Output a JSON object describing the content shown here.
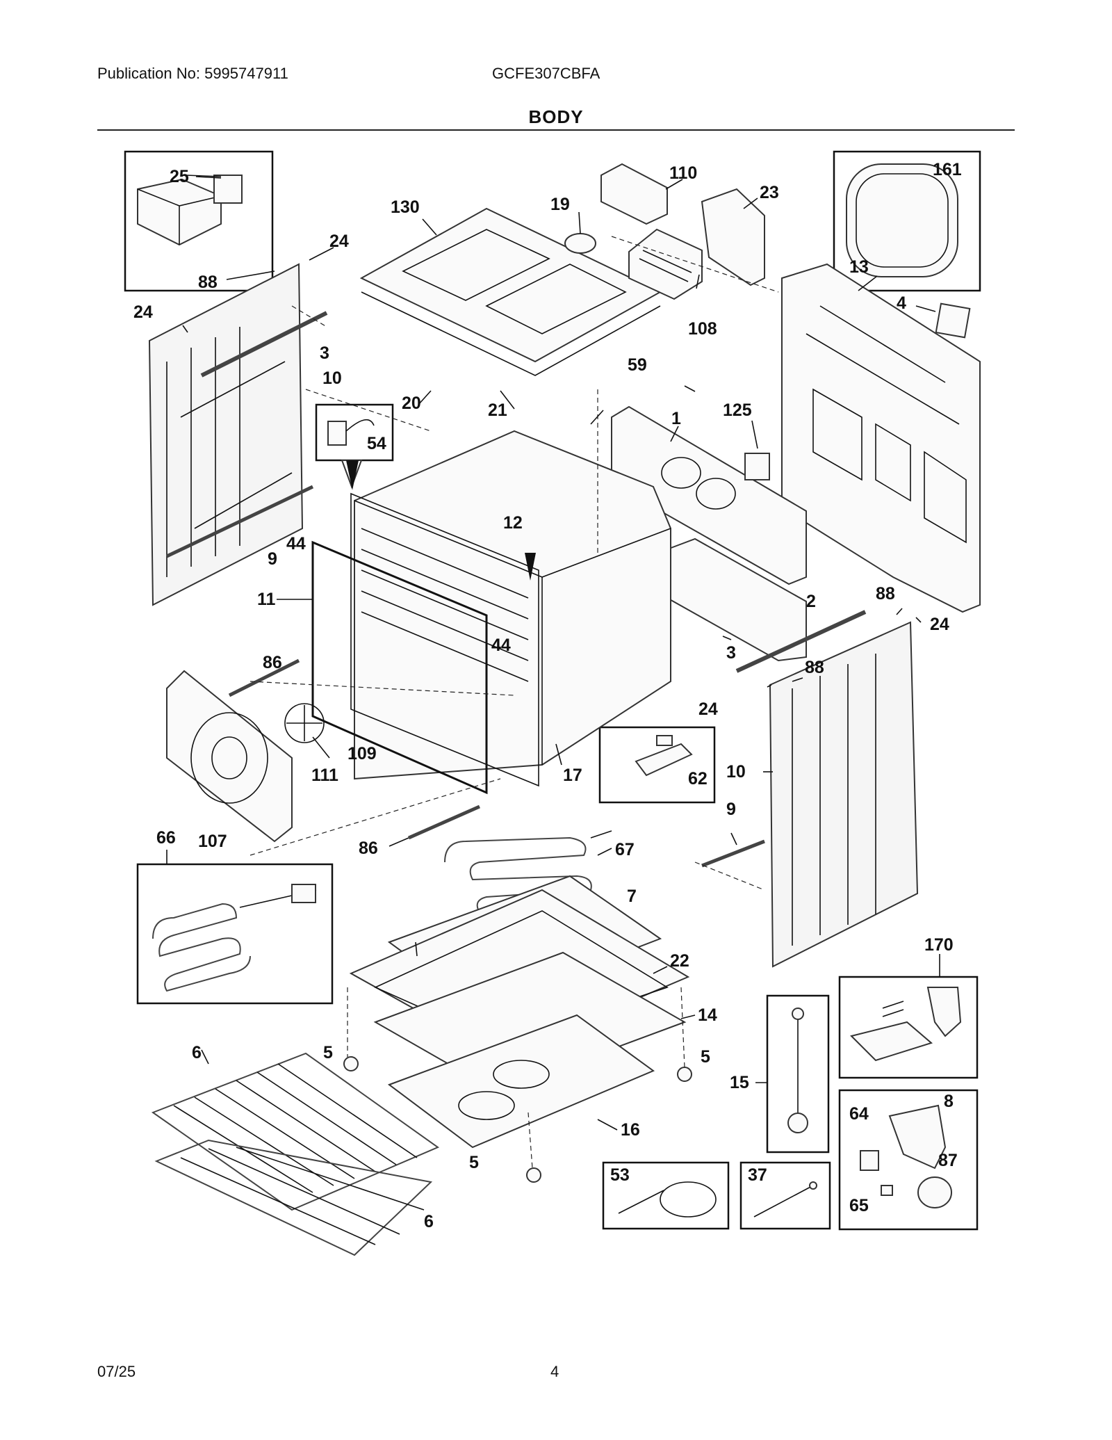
{
  "header": {
    "publication": "Publication No: 5995747911",
    "model": "GCFE307CBFA",
    "title": "BODY"
  },
  "footer": {
    "date": "07/25",
    "page_number": "4"
  },
  "callouts": {
    "p25": "25",
    "p130": "130",
    "p19": "19",
    "p110": "110",
    "p23": "23",
    "p161": "161",
    "p24a": "24",
    "p88a": "88",
    "p24b": "24",
    "p3a": "3",
    "p10a": "10",
    "p108": "108",
    "p13": "13",
    "p4": "4",
    "p20": "20",
    "p21": "21",
    "p59": "59",
    "p54": "54",
    "p1": "1",
    "p125": "125",
    "p12": "12",
    "p44a": "44",
    "p9a": "9",
    "p11": "11",
    "p44b": "44",
    "p2": "2",
    "p88b": "88",
    "p24c": "24",
    "p3b": "3",
    "p88c": "88",
    "p24d": "24",
    "p86a": "86",
    "p109": "109",
    "p111": "111",
    "p17": "17",
    "p62": "62",
    "p10b": "10",
    "p66": "66",
    "p107": "107",
    "p86b": "86",
    "p67": "67",
    "p9b": "9",
    "p7": "7",
    "p22": "22",
    "p170": "170",
    "p14": "14",
    "p5a": "5",
    "p5b": "5",
    "p15": "15",
    "p6a": "6",
    "p8": "8",
    "p64": "64",
    "p16": "16",
    "p87": "87",
    "p5c": "5",
    "p53": "53",
    "p37": "37",
    "p65": "65",
    "p6b": "6"
  }
}
